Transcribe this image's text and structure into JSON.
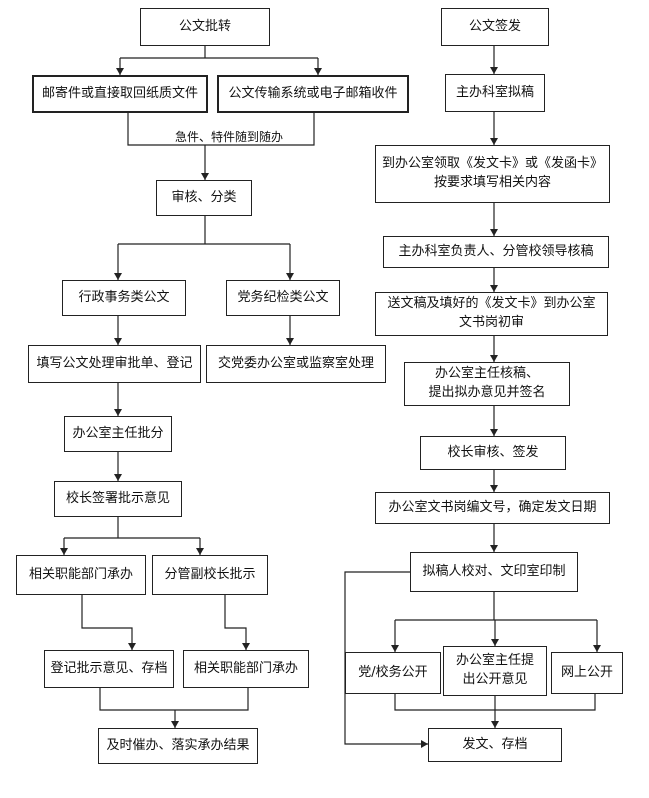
{
  "left": {
    "title": "公文批转",
    "paper": "邮寄件或直接取回纸质文件",
    "electronic": "公文传输系统或电子邮箱收件",
    "urgent_note": "急件、特件随到随办",
    "review": "审核、分类",
    "admin": "行政事务类公文",
    "party": "党务纪检类公文",
    "fill_form": "填写公文处理审批单、登记",
    "to_party_office": "交党委办公室或监察室处理",
    "director_assign": "办公室主任批分",
    "principal_sign": "校长签署批示意见",
    "dept_handle_1": "相关职能部门承办",
    "vice_principal": "分管副校长批示",
    "register_archive": "登记批示意见、存档",
    "dept_handle_2": "相关职能部门承办",
    "follow_up": "及时催办、落实承办结果"
  },
  "right": {
    "title": "公文签发",
    "draft": "主办科室拟稿",
    "get_card": "到办公室领取《发文卡》或《发函卡》\n按要求填写相关内容",
    "leader_review": "主办科室负责人、分管校领导核稿",
    "submit": "送文稿及填好的《发文卡》到办公室\n文书岗初审",
    "director_review": "办公室主任核稿、\n提出拟办意见并签名",
    "principal_sign": "校长审核、签发",
    "number": "办公室文书岗编文号，确定发文日期",
    "proofread": "拟稿人校对、文印室印制",
    "public_party": "党/校务公开",
    "director_public": "办公室主任提\n出公开意见",
    "online_public": "网上公开",
    "issue": "发文、存档"
  }
}
